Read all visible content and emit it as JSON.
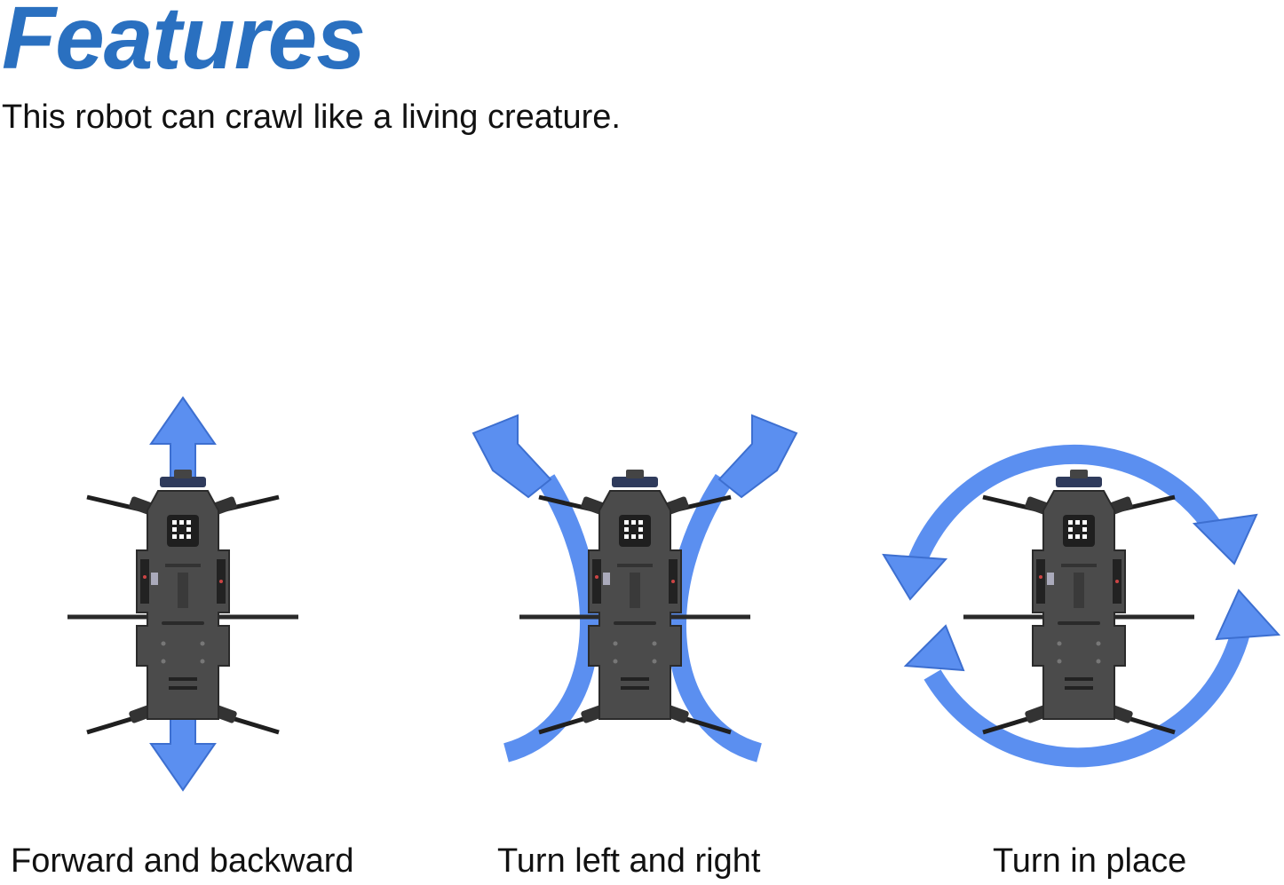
{
  "header": {
    "title": "Features",
    "subtitle": "This robot can crawl like a living creature."
  },
  "colors": {
    "accent": "#2a70c0",
    "arrow": "#5b8ff0",
    "arrow_stroke": "#3d6fd0",
    "robot_body": "#4a4a4a",
    "robot_dark": "#2b2b2b"
  },
  "panels": [
    {
      "caption": "Forward and backward",
      "icon": "forward-backward-arrows-icon"
    },
    {
      "caption": "Turn left and right",
      "icon": "turn-left-right-arrows-icon"
    },
    {
      "caption": "Turn in place",
      "icon": "rotate-in-place-arrows-icon"
    }
  ]
}
